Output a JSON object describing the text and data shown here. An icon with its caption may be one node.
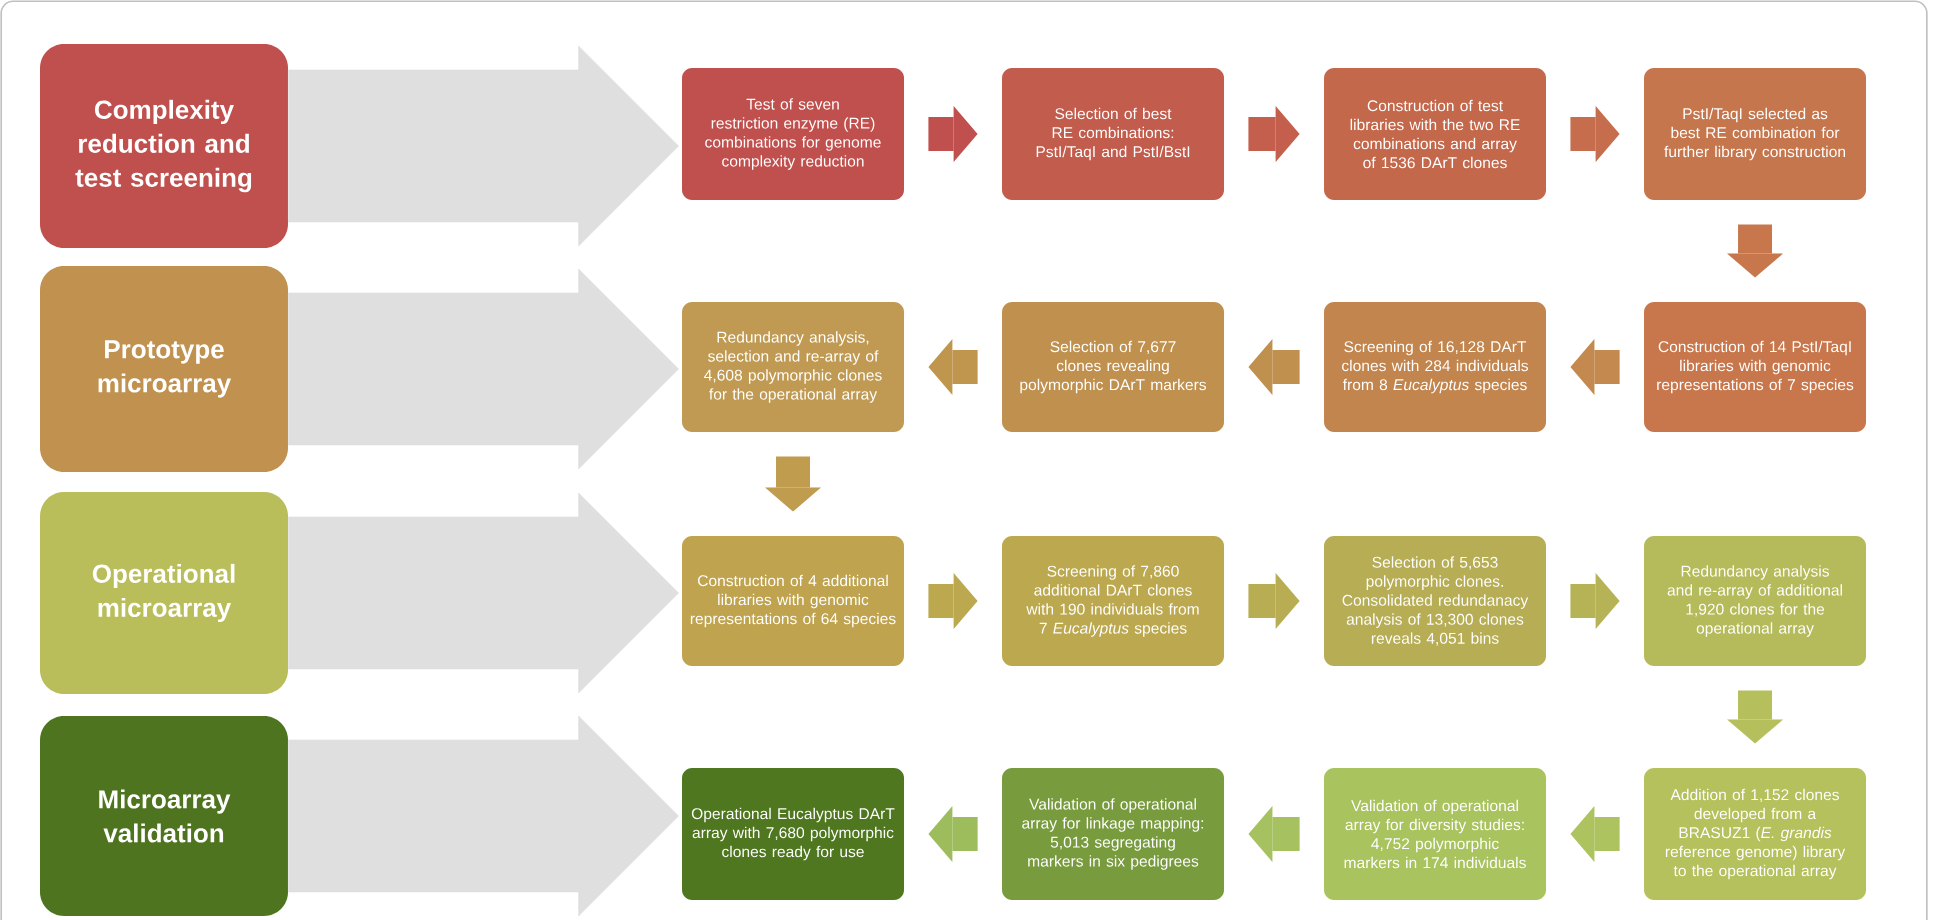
{
  "diagram": {
    "nodes": [
      {
        "text": [
          "Complexity reduction and test screening"
        ]
      },
      {
        "text": [
          "Test of seven restriction enzyme (RE) combinations for genome complexity reduction"
        ]
      },
      {
        "text": [
          "Selection of best RE combinations: PstI/TaqI and PstI/BstI"
        ]
      },
      {
        "text": [
          "Construction of test libraries with the two RE combinations and array of 1536 DArT clones"
        ]
      },
      {
        "text": [
          "PstI/TaqI selected as best RE combination for further library construction"
        ]
      },
      {
        "text": [
          "Prototype microarray"
        ]
      },
      {
        "text": [
          "Redundancy analysis, selection and re-array of 4,608 polymorphic clones for the operational array"
        ]
      },
      {
        "text": [
          "Selection of 7,677 clones revealing polymorphic DArT markers"
        ]
      },
      {
        "text": [
          "Screening of 16,128 DArT clones with 284 individuals from 8 *Eucalyptus* species"
        ]
      },
      {
        "text": [
          "Construction of 14 PstI/TaqI libraries with genomic representations of 7 species"
        ]
      },
      {
        "text": [
          "Operational microarray"
        ]
      },
      {
        "text": [
          "Construction of 4 additional libraries with genomic representations of 64 species"
        ]
      },
      {
        "text": [
          "Screening of 7,860 additional DArT clones with 190 individuals from 7 *Eucalyptus* species"
        ]
      },
      {
        "text": [
          "Selection of 5,653 polymorphic clones. Consolidated redundanacy analysis of 13,300 clones reveals 4,051 bins"
        ]
      },
      {
        "text": [
          "Redundancy analysis and re-array of additional 1,920 clones for the operational array"
        ]
      },
      {
        "text": [
          "Microarray validation"
        ]
      },
      {
        "text": [
          "Operational Eucalyptus DArT array with 7,680 polymorphic clones ready for use"
        ]
      },
      {
        "text": [
          "Validation of operational array for linkage mapping: 5,013 segregating markers in six pedigrees"
        ]
      },
      {
        "text": [
          "Validation of operational array for diversity studies: 4,752 polymorphic markers in 174 individuals"
        ]
      },
      {
        "text": [
          "Addition of 1,152 clones developed from a BRASUZ1 (*E. grandis* reference genome) library to the operational array"
        ]
      }
    ],
    "edges": [
      {
        "from": 0,
        "to": 1,
        "arrow": "to",
        "style": "thick",
        "color": "#dfdfdf"
      },
      {
        "from": 1,
        "to": 2,
        "arrow": "to",
        "color": "#c0504d"
      },
      {
        "from": 2,
        "to": 3,
        "arrow": "to",
        "color": "#c35f4c"
      },
      {
        "from": 3,
        "to": 4,
        "arrow": "to",
        "color": "#c56d4c"
      },
      {
        "from": 4,
        "to": 9,
        "arrow": "to",
        "color": "#c8774c"
      },
      {
        "from": 5,
        "to": 6,
        "arrow": "to",
        "style": "thick",
        "color": "#dfdfdf"
      },
      {
        "from": 9,
        "to": 8,
        "arrow": "to",
        "color": "#c3894e"
      },
      {
        "from": 8,
        "to": 7,
        "arrow": "to",
        "color": "#c0904f"
      },
      {
        "from": 7,
        "to": 6,
        "arrow": "to",
        "color": "#c0964f"
      },
      {
        "from": 6,
        "to": 11,
        "arrow": "to",
        "color": "#c09c4f"
      },
      {
        "from": 10,
        "to": 11,
        "arrow": "to",
        "style": "thick",
        "color": "#dfdfdf"
      },
      {
        "from": 11,
        "to": 12,
        "arrow": "to",
        "color": "#bba84f"
      },
      {
        "from": 12,
        "to": 13,
        "arrow": "to",
        "color": "#b8ad52"
      },
      {
        "from": 13,
        "to": 14,
        "arrow": "to",
        "color": "#b5b356"
      },
      {
        "from": 14,
        "to": 19,
        "arrow": "to",
        "color": "#b5c05c"
      },
      {
        "from": 15,
        "to": 16,
        "arrow": "to",
        "style": "thick",
        "color": "#dfdfdf"
      },
      {
        "from": 19,
        "to": 18,
        "arrow": "to",
        "color": "#adc35f"
      },
      {
        "from": 18,
        "to": 17,
        "arrow": "to",
        "color": "#a5c160"
      },
      {
        "from": 17,
        "to": 16,
        "arrow": "to",
        "color": "#9dbc5c"
      }
    ]
  }
}
